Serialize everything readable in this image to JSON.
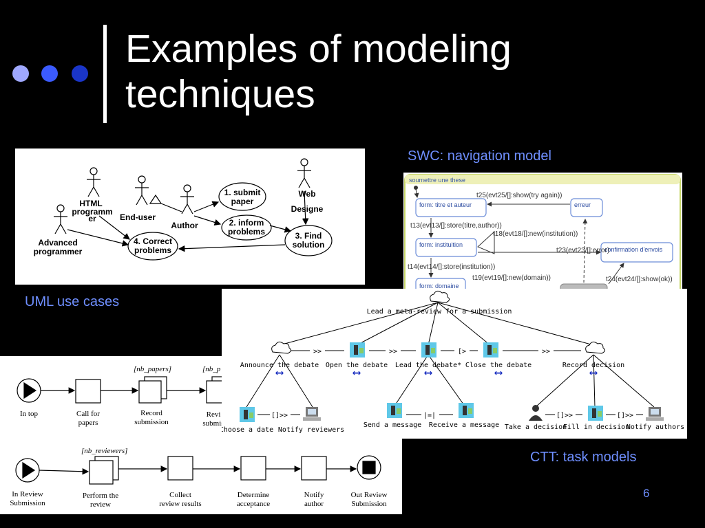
{
  "slide": {
    "title_line1": "Examples of modeling",
    "title_line2": "techniques",
    "page_number": "6",
    "colors": {
      "dot1": "#9fa8ff",
      "dot2": "#3b5bff",
      "dot3": "#1a35c8",
      "caption": "#6f8fff"
    }
  },
  "captions": {
    "uml": "UML use cases",
    "swc": "SWC: navigation model",
    "ctt": "CTT: task models"
  },
  "uml": {
    "actors": {
      "html_programmer_line1": "HTML",
      "html_programmer_line2": "programm",
      "html_programmer_line3": "er",
      "end_user": "End-user",
      "author": "Author",
      "web_line1": "Web",
      "web_line2": "Designe",
      "advanced_line1": "Advanced",
      "advanced_line2": "programmer"
    },
    "usecases": {
      "submit_line1": "1. submit",
      "submit_line2": "paper",
      "inform_line1": "2. inform",
      "inform_line2": "problems",
      "find_line1": "3. Find",
      "find_line2": "solution",
      "correct_line1": "4. Correct",
      "correct_line2": "problems"
    }
  },
  "swc": {
    "header": "soumettre une these",
    "states": {
      "titre": "form: titre et auteur",
      "erreur": "erreur",
      "institution": "form: instituition",
      "confirmation": "confirmation d'envois",
      "domaine": "form: domaine",
      "partial": "......"
    },
    "transitions": {
      "t25": "t25(evt25/[]:show(try again))",
      "t13": "t13(evt13/[]:store(titre,author))",
      "t18": "t18(evt18/[]:new(institution))",
      "t23": "t23(evt23/[]:error)",
      "t14": "t14(evt14/[]:store(institution))",
      "t19": "t19(evt19/[]:new(domain))",
      "t24": "t24(evt24/[]:show(ok))"
    }
  },
  "ctt": {
    "root": "Lead a meta-review for a submission",
    "tasks": {
      "announce": "Announce the debate",
      "open": "Open the debate",
      "lead": "Lead the debate*",
      "close": "Close the debate",
      "record": "Record decision",
      "choose": "Choose a date",
      "notify_rev": "Notify reviewers",
      "send": "Send a message",
      "receive": "Receive a message",
      "take": "Take a decision",
      "fill": "Fill in decision",
      "notify_auth": "Notify authors"
    },
    "operators": {
      "enable": ">>",
      "disable": "[>",
      "info_enable": "[]>>",
      "concurrent": "|=|"
    }
  },
  "activity": {
    "row1": {
      "in_top": "In top",
      "call_line1": "Call for",
      "call_line2": "papers",
      "record_line1": "Record",
      "record_line2": "submission",
      "revi_line1": "Revi",
      "revi_line2": "submis",
      "nb_papers": "[nb_papers]",
      "nb_p": "[nb_p"
    },
    "row2": {
      "in_review_line1": "In Review",
      "in_review_line2": "Submission",
      "perform_line1": "Perform the",
      "perform_line2": "review",
      "collect_line1": "Collect",
      "collect_line2": "review results",
      "determine_line1": "Determine",
      "determine_line2": "acceptance",
      "notify_line1": "Notify",
      "notify_line2": "author",
      "out_line1": "Out Review",
      "out_line2": "Submission",
      "nb_reviewers": "[nb_reviewers]"
    }
  }
}
